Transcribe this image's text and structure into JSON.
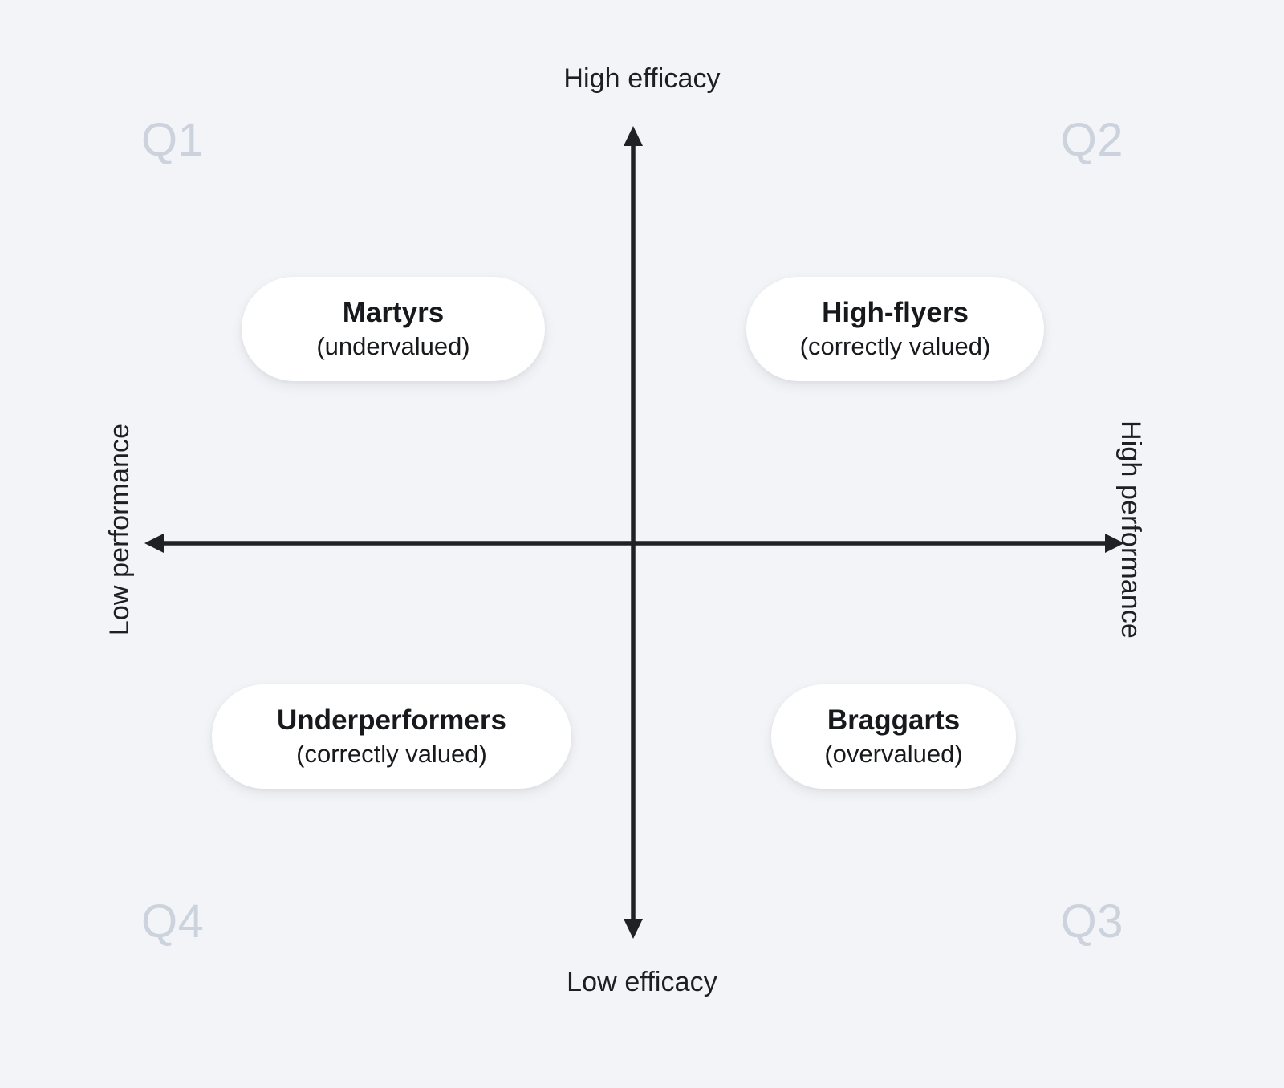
{
  "chart_data": {
    "type": "scatter",
    "title": "",
    "subtitle": "",
    "xlabel": "performance",
    "ylabel": "efficacy",
    "x_axis": {
      "low_label": "Low performance",
      "high_label": "High performance"
    },
    "y_axis": {
      "low_label": "Low efficacy",
      "high_label": "High efficacy"
    },
    "grid": false,
    "legend": "none",
    "quadrants": [
      {
        "id": "Q1",
        "corner": "top-left",
        "title": "Martyrs",
        "subtitle": "(undervalued)",
        "performance": "low",
        "efficacy": "high"
      },
      {
        "id": "Q2",
        "corner": "top-right",
        "title": "High-flyers",
        "subtitle": "(correctly valued)",
        "performance": "high",
        "efficacy": "high"
      },
      {
        "id": "Q3",
        "corner": "bottom-right",
        "title": "Braggarts",
        "subtitle": "(overvalued)",
        "performance": "high",
        "efficacy": "low"
      },
      {
        "id": "Q4",
        "corner": "bottom-left",
        "title": "Underperformers",
        "subtitle": "(correctly valued)",
        "performance": "low",
        "efficacy": "low"
      }
    ]
  },
  "axes": {
    "top_label": "High efficacy",
    "bottom_label": "Low efficacy",
    "left_label": "Low performance",
    "right_label": "High performance"
  },
  "quadrant_tags": {
    "q1": "Q1",
    "q2": "Q2",
    "q3": "Q3",
    "q4": "Q4"
  },
  "pills": {
    "martyrs": {
      "title": "Martyrs",
      "subtitle": "(undervalued)"
    },
    "high_flyers": {
      "title": "High-flyers",
      "subtitle": "(correctly valued)"
    },
    "underperformers": {
      "title": "Underperformers",
      "subtitle": "(correctly valued)"
    },
    "braggarts": {
      "title": "Braggarts",
      "subtitle": "(overvalued)"
    }
  },
  "colors": {
    "background": "#f2f4f7",
    "axis": "#1f2125",
    "quadrant_tag": "#ccd3dd",
    "pill_background": "#ffffff",
    "text": "#17191c"
  }
}
